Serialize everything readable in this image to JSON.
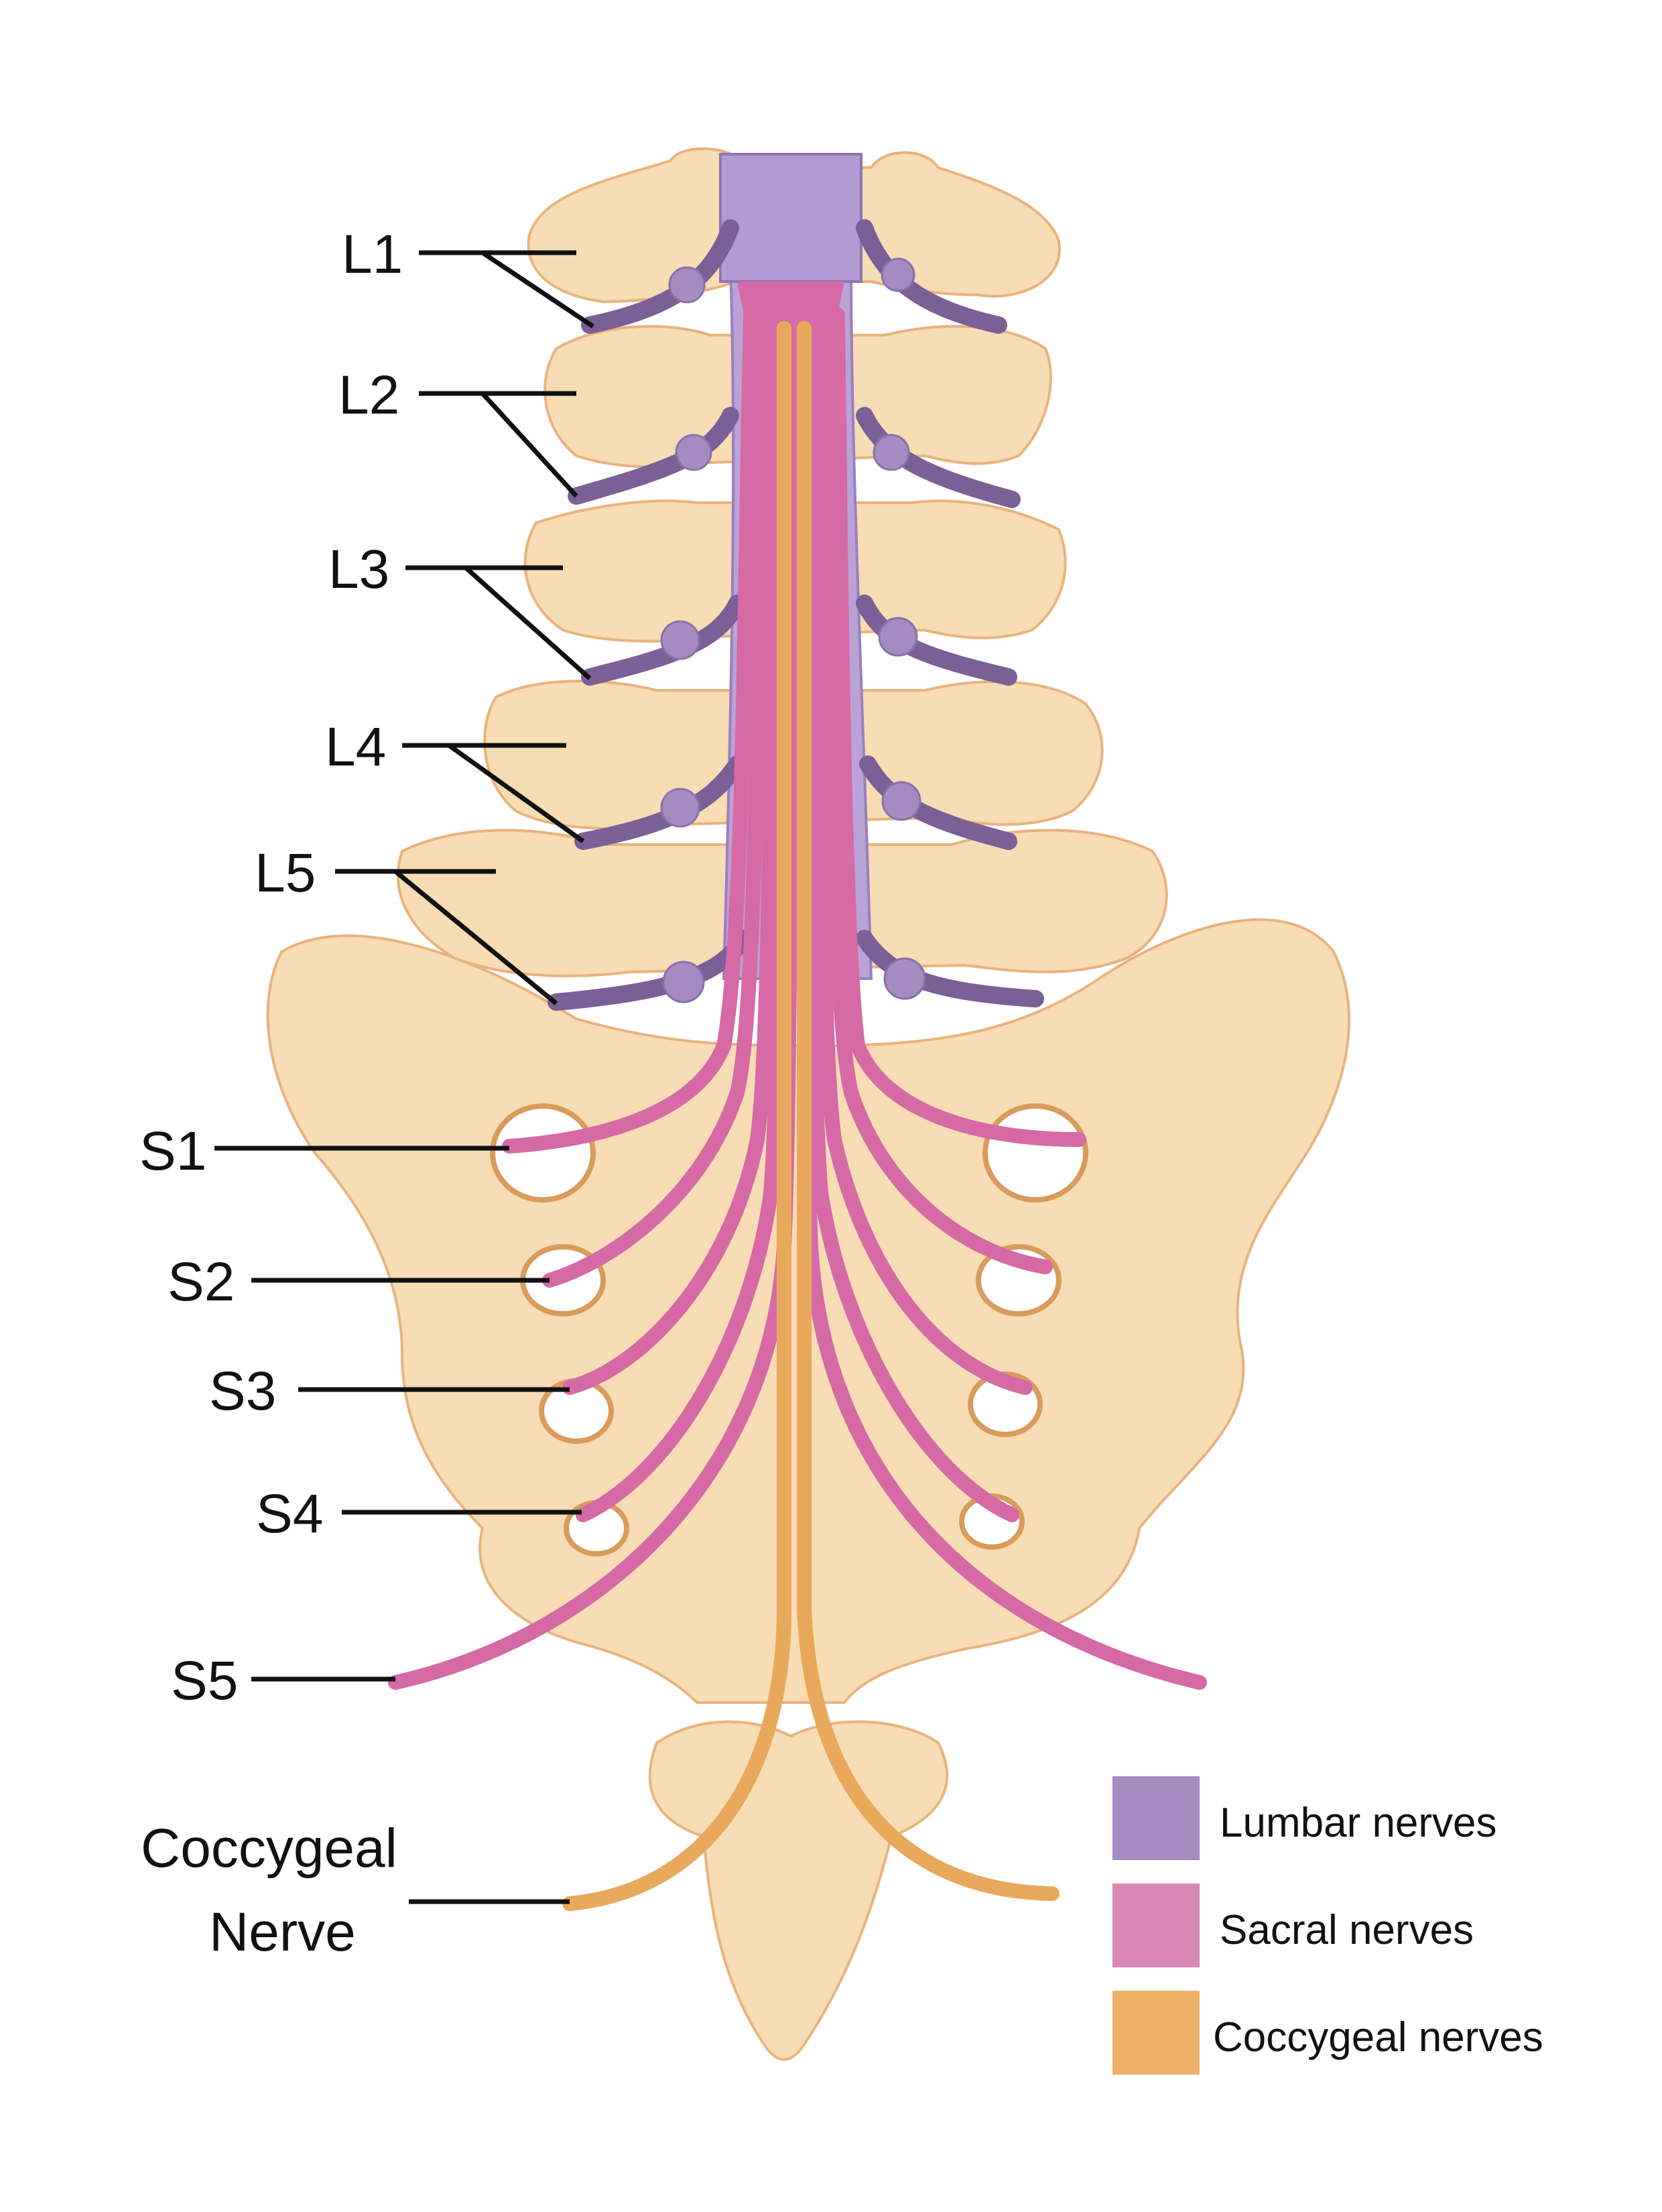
{
  "labels": {
    "L1": "L1",
    "L2": "L2",
    "L3": "L3",
    "L4": "L4",
    "L5": "L5",
    "S1": "S1",
    "S2": "S2",
    "S3": "S3",
    "S4": "S4",
    "S5": "S5",
    "coccygeal_line1": "Coccygeal",
    "coccygeal_line2": "Nerve"
  },
  "legend": [
    {
      "label": "Lumbar nerves",
      "color": "#a58bbf"
    },
    {
      "label": "Sacral nerves",
      "color": "#d987b4"
    },
    {
      "label": "Coccygeal nerves",
      "color": "#edb066"
    }
  ],
  "colors": {
    "bone": "#f7dcb4",
    "bone_outline": "#e9b27c",
    "lumbar": "#a58bbf",
    "lumbar_dark": "#7b5f97",
    "sacral": "#d66aa6",
    "coccygeal": "#e9a95c"
  }
}
